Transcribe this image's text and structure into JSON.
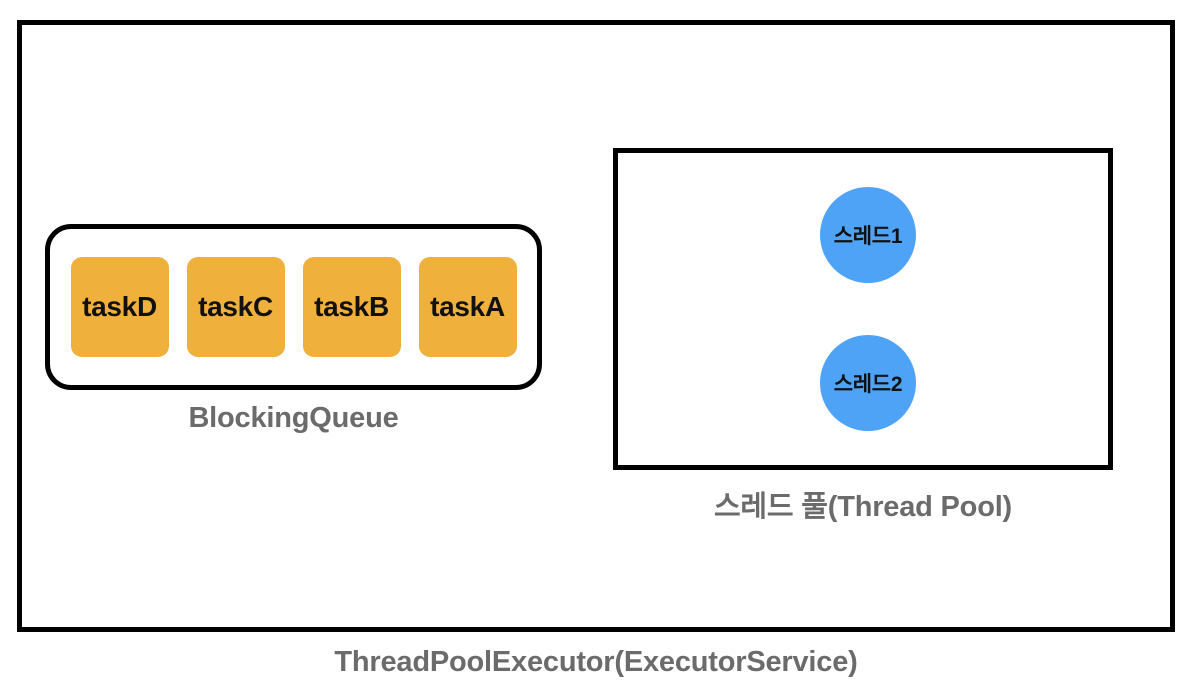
{
  "diagram": {
    "title": "ThreadPoolExecutor(ExecutorService)",
    "background": "#ffffff",
    "outer_border_color": "#000000",
    "caption_color": "#6b6b6b"
  },
  "queue": {
    "caption": "BlockingQueue",
    "chip_color": "#EFB03C",
    "chip_text_color": "#111111",
    "tasks": [
      {
        "label": "taskD"
      },
      {
        "label": "taskC"
      },
      {
        "label": "taskB"
      },
      {
        "label": "taskA"
      }
    ]
  },
  "thread_pool": {
    "caption": "스레드 풀(Thread Pool)",
    "circle_color": "#4FA3F7",
    "circle_text_color": "#111111",
    "threads": [
      {
        "label": "스레드1"
      },
      {
        "label": "스레드2"
      }
    ]
  }
}
